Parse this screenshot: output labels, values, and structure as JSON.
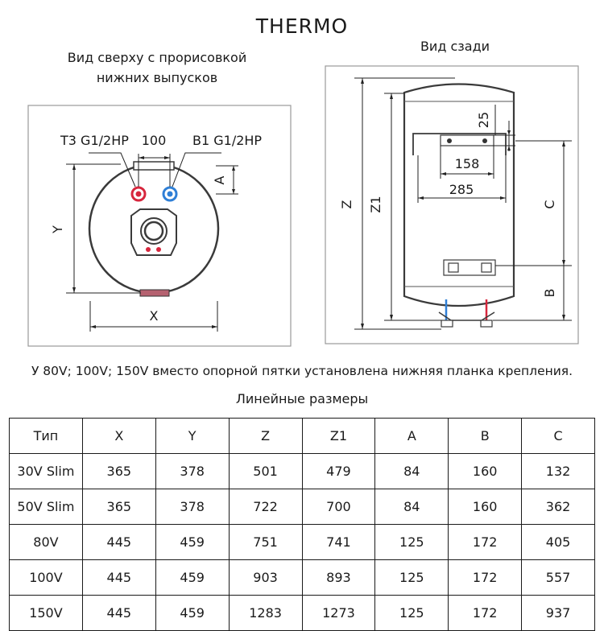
{
  "brand": "THERMO",
  "top_view": {
    "caption_line1": "Вид сверху с прорисовкой",
    "caption_line2": "нижних выпусков",
    "label_outlet": "T3 G1/2HP",
    "label_spacing": "100",
    "label_inlet": "B1 G1/2HP",
    "dim_a": "A",
    "dim_y": "Y",
    "dim_x": "X",
    "colors": {
      "hot": "#d7263d",
      "cold": "#2f7fd6",
      "body": "#555555"
    }
  },
  "back_view": {
    "caption": "Вид сзади",
    "dim_25": "25",
    "dim_158": "158",
    "dim_285": "285",
    "dim_z": "Z",
    "dim_z1": "Z1",
    "dim_c": "C",
    "dim_b": "B"
  },
  "note": "У 80V; 100V; 150V вместо опорной пятки установлена нижняя планка крепления.",
  "table_title": "Линейные размеры",
  "table": {
    "headers": [
      "Тип",
      "X",
      "Y",
      "Z",
      "Z1",
      "A",
      "B",
      "C"
    ],
    "rows": [
      [
        "30V Slim",
        "365",
        "378",
        "501",
        "479",
        "84",
        "160",
        "132"
      ],
      [
        "50V Slim",
        "365",
        "378",
        "722",
        "700",
        "84",
        "160",
        "362"
      ],
      [
        "80V",
        "445",
        "459",
        "751",
        "741",
        "125",
        "172",
        "405"
      ],
      [
        "100V",
        "445",
        "459",
        "903",
        "893",
        "125",
        "172",
        "557"
      ],
      [
        "150V",
        "445",
        "459",
        "1283",
        "1273",
        "125",
        "172",
        "937"
      ]
    ]
  }
}
